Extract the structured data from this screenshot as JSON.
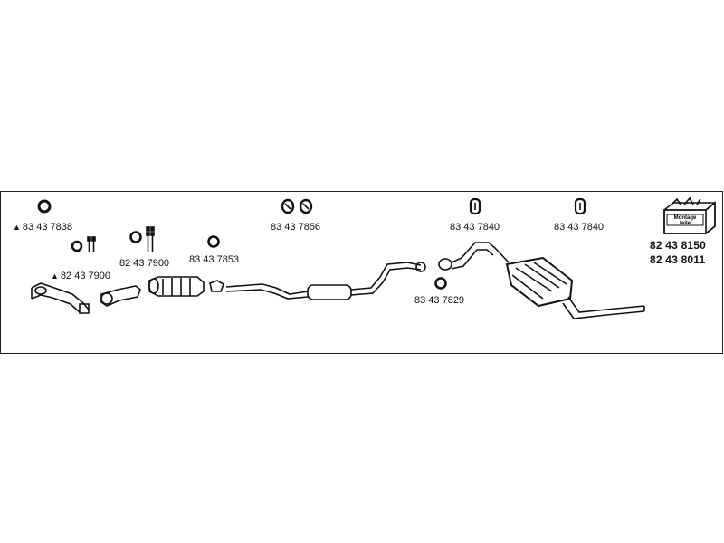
{
  "parts": {
    "gasket_left": {
      "mark": "▲",
      "number": "83 43 7838"
    },
    "front_pipe_kit": {
      "mark": "▲",
      "number": "82 43 7900"
    },
    "bolt_kit": {
      "number": "82 43 7900"
    },
    "cat_gasket": {
      "number": "83 43 7853"
    },
    "mount_pair": {
      "number": "83 43 7856"
    },
    "rear_mount_1": {
      "number": "83 43 7840"
    },
    "rear_mount_2": {
      "number": "83 43 7840"
    },
    "ring_mid": {
      "number": "83 43 7829"
    }
  },
  "kit_box": {
    "label_line1": "Montage",
    "label_line2": "teile",
    "number_1": "82 43 8150",
    "number_2": "82 43 8011"
  }
}
